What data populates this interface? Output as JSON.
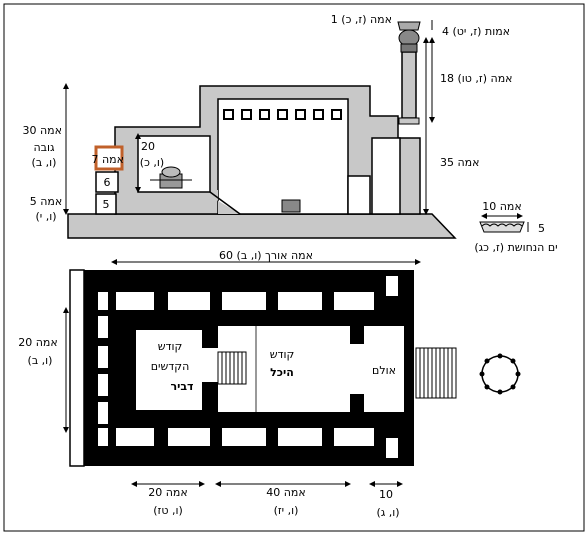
{
  "elevation": {
    "height_30_label": "30 אמה",
    "height_30_word": "גובה",
    "height_30_ref": "(ו, ב)",
    "chamber_7_label": "7 אמה",
    "chamber_6_label": "6",
    "chamber_5_label": "5",
    "base_5_label": "5 אמה",
    "base_5_ref": "(ו, י)",
    "debir_20_label": "20",
    "debir_20_ref": "(ו, כ)",
    "capital_1_label": "1 אמה (ז, כ)",
    "capital_4_label": "4 אמות (ז, יט)",
    "pillar_18_label": "18 אמה (ז, טו)",
    "pillar_35_label": "35 אמה",
    "sea_10_label": "10 אמה",
    "sea_5_label": "5",
    "sea_caption": "ים הנחושת (ז, כג)"
  },
  "plan": {
    "length_60_label": "60 אמה אורך (ו, ב)",
    "width_20_label": "20 אמה",
    "width_20_ref": "(ו, ב)",
    "holy_of_holies_line1": "קודש",
    "holy_of_holies_line2": "הקדשים",
    "debir_label": "דביר",
    "holy_line1": "קודש",
    "hekhal_label": "היכל",
    "ulam_label": "אולם",
    "dim_20_label": "20 אמה",
    "dim_20_ref": "(ו, טז)",
    "dim_40_label": "40 אמה",
    "dim_40_ref": "(ו, יז)",
    "dim_10_label": "10",
    "dim_10_ref": "(ו, ג)"
  },
  "colors": {
    "wall": "#000000",
    "fill_gray": "#c8c8c8",
    "chamber_accent": "#c0602a"
  }
}
